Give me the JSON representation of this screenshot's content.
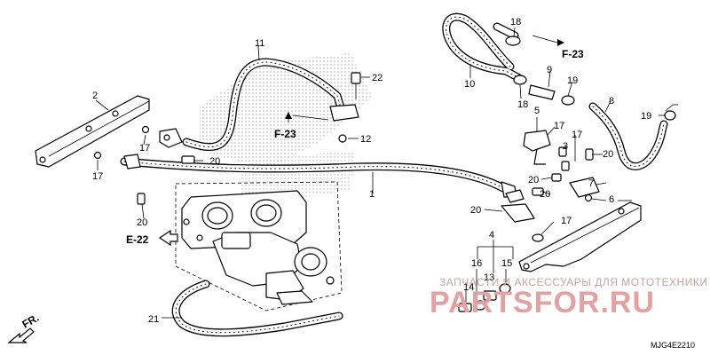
{
  "diagram": {
    "callouts": [
      "1",
      "2",
      "3",
      "4",
      "5",
      "6",
      "7",
      "8",
      "9",
      "10",
      "11",
      "12",
      "13",
      "14",
      "15",
      "16",
      "17",
      "18",
      "19",
      "20",
      "21",
      "22"
    ],
    "references": {
      "f23_upper": "F-23",
      "f23_mid": "F-23",
      "e22": "E-22",
      "front": "FR."
    },
    "watermark": {
      "tagline": "ЗАПЧАСТИ И АКСЕССУАРЫ ДЛЯ МОТОТЕХНИКИ",
      "brand": "PARTSFOR.RU"
    },
    "diagram_code": "MJG4E2210"
  }
}
